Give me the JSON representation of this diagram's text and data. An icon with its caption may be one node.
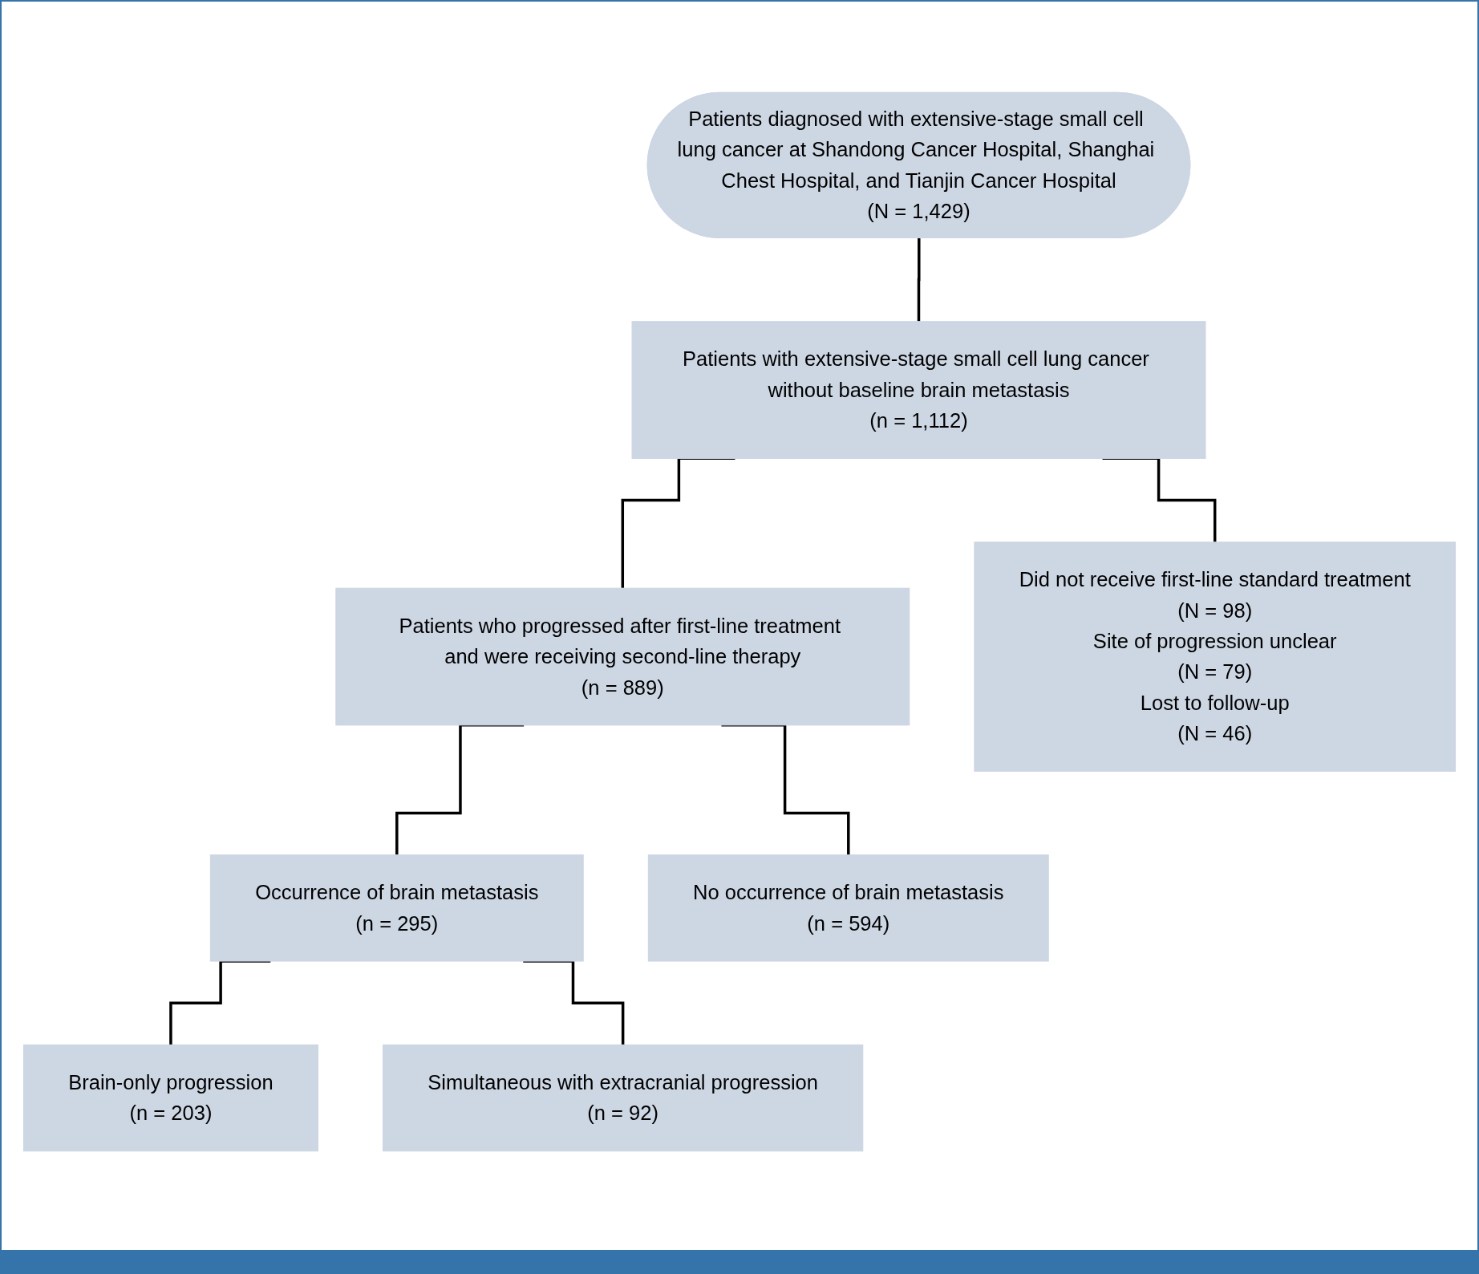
{
  "diagram": {
    "nodes": [
      {
        "text": [
          "Patients diagnosed with extensive-stage small cell lung cancer at Shandong Cancer Hospital, Shanghai Chest Hospital, and Tianjin Cancer Hospital",
          "(N = 1,429)"
        ]
      },
      {
        "text": [
          "Patients with extensive-stage small cell lung cancer without baseline brain metastasis",
          "(n = 1,112)"
        ]
      },
      {
        "text": [
          "Did not receive first-line standard treatment",
          "(N = 98)",
          "Site of progression unclear",
          "(N = 79)",
          "Lost to follow-up",
          "(N = 46)"
        ]
      },
      {
        "text": [
          "Patients who progressed after first-line treatment and were receiving second-line therapy",
          "(n = 889)"
        ]
      },
      {
        "text": [
          "Occurrence of brain metastasis",
          "(n = 295)"
        ]
      },
      {
        "text": [
          "No occurrence of brain metastasis",
          "(n = 594)"
        ]
      },
      {
        "text": [
          "Brain-only progression",
          "(n = 203)"
        ]
      },
      {
        "text": [
          "Simultaneous with extracranial progression",
          "(n = 92)"
        ]
      }
    ],
    "edges": [
      {
        "from": 0,
        "to": 1,
        "arrow": "none"
      },
      {
        "from": 1,
        "to": 3,
        "arrow": "none"
      },
      {
        "from": 1,
        "to": 2,
        "arrow": "none"
      },
      {
        "from": 3,
        "to": 4,
        "arrow": "none"
      },
      {
        "from": 3,
        "to": 5,
        "arrow": "none"
      },
      {
        "from": 4,
        "to": 6,
        "arrow": "none"
      },
      {
        "from": 4,
        "to": 7,
        "arrow": "none"
      }
    ]
  }
}
